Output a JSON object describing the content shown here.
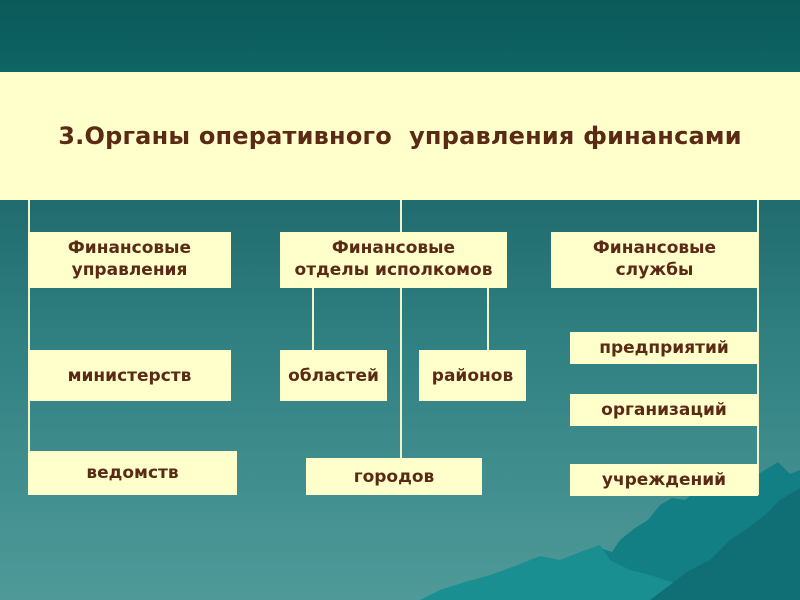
{
  "title": "3.Органы оперативного  управления финансами",
  "columns": [
    {
      "header": "Финансовые\nуправления",
      "items": [
        "министерств",
        "ведомств"
      ]
    },
    {
      "header": "Финансовые\nотделы исполкомов",
      "items": [
        "областей",
        "районов",
        "городов"
      ]
    },
    {
      "header": "Финансовые\nслужбы",
      "items": [
        "предприятий",
        "организаций",
        "учреждений"
      ]
    }
  ],
  "colors": {
    "box_fill": "#ffffcc",
    "text": "#5a2a14",
    "background": "#2f7f80"
  }
}
